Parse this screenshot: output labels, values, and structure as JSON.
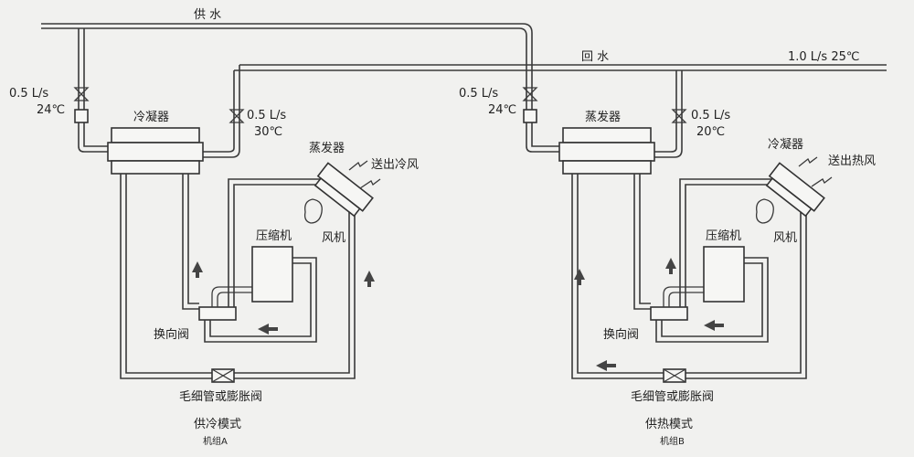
{
  "top_pipes": {
    "supply_label": "供  水",
    "return_label": "回  水",
    "return_rate": "1.0 L/s  25℃"
  },
  "unit_a": {
    "left_rate": "0.5 L/s",
    "left_temp": "24℃",
    "right_rate": "0.5 L/s",
    "right_temp": "30℃",
    "exchanger_label": "冷凝器",
    "coil_label": "蒸发器",
    "air_label": "送出冷风",
    "compressor_label": "压缩机",
    "fan_label": "风机",
    "valve_label": "换向阀",
    "expansion_label": "毛细管或膨胀阀",
    "mode_label": "供冷模式",
    "unit_name": "机组A"
  },
  "unit_b": {
    "left_rate": "0.5 L/s",
    "left_temp": "24℃",
    "right_rate": "0.5 L/s",
    "right_temp": "20℃",
    "exchanger_label": "蒸发器",
    "coil_label": "冷凝器",
    "air_label": "送出热风",
    "compressor_label": "压缩机",
    "fan_label": "风机",
    "valve_label": "换向阀",
    "expansion_label": "毛细管或膨胀阀",
    "mode_label": "供热模式",
    "unit_name": "机组B"
  }
}
